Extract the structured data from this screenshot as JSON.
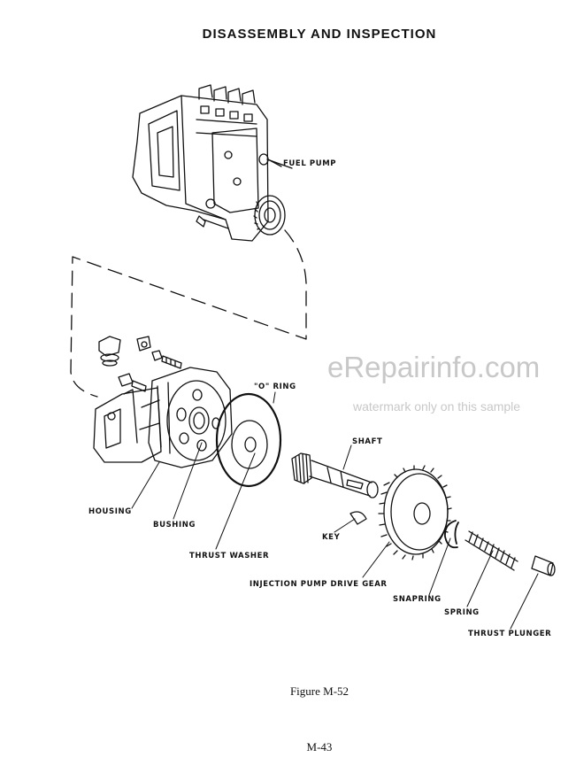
{
  "header": {
    "title": "DISASSEMBLY AND INSPECTION"
  },
  "labels": {
    "fuel_pump": "FUEL PUMP",
    "o_ring": "\"O\" RING",
    "shaft": "SHAFT",
    "housing": "HOUSING",
    "bushing": "BUSHING",
    "thrust_washer": "THRUST WASHER",
    "key": "KEY",
    "drive_gear": "INJECTION PUMP DRIVE GEAR",
    "snapring": "SNAPRING",
    "spring": "SPRING",
    "thrust_plunger": "THRUST PLUNGER"
  },
  "watermark": {
    "brand": "eRepairinfo.com",
    "note": "watermark only on this sample"
  },
  "figure": {
    "caption": "Figure M-52"
  },
  "footer": {
    "page_number": "M-43"
  }
}
